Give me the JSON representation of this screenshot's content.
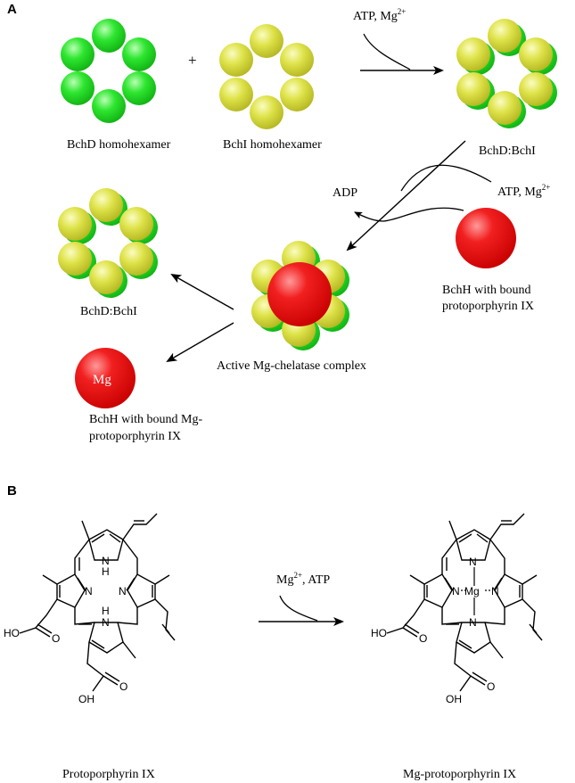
{
  "panel_a": {
    "label": "A",
    "bchd_label": "BchD homohexamer",
    "plus": "+",
    "bchi_label": "BchI homohexamer",
    "cond1_main": "ATP, Mg",
    "cond1_sup": "2+",
    "complex_label": "BchD:BchI",
    "adp": "ADP",
    "cond2_main": "ATP, Mg",
    "cond2_sup": "2+",
    "bchh_line1": "BchH with bound",
    "bchh_line2": "protoporphyrin IX",
    "released_label": "BchD:BchI",
    "active_label": "Active Mg-chelatase complex",
    "mg_ball": "Mg",
    "product_line1": "BchH with bound Mg-",
    "product_line2": "protoporphyrin IX"
  },
  "panel_b": {
    "label": "B",
    "reagent_main": "Mg",
    "reagent_sup": "2+",
    "reagent_rest": ", ATP",
    "left_name": "Protoporphyrin IX",
    "right_name": "Mg-protoporphyrin IX",
    "atom_n": "N",
    "atom_h": "H",
    "atom_mg": "Mg",
    "atom_ho": "HO",
    "atom_o": "O",
    "atom_oh": "OH"
  },
  "colors": {
    "bchd": "#22e22a",
    "bchi": "#d8dc3c",
    "bchh": "#ee1111",
    "line": "#000000"
  }
}
